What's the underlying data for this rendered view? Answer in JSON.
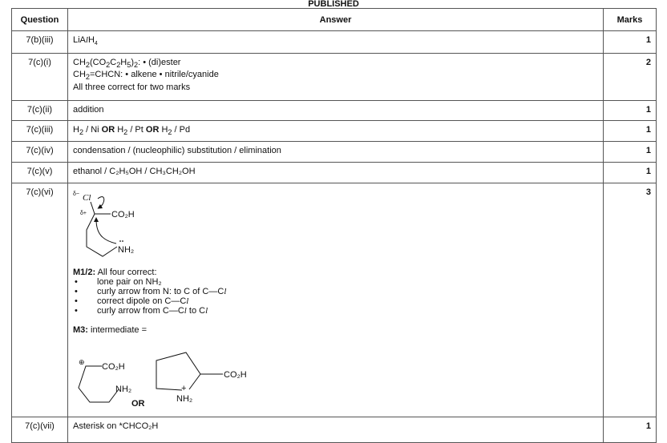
{
  "header_note": "PUBLISHED",
  "columns": {
    "question": "Question",
    "answer": "Answer",
    "marks": "Marks"
  },
  "rows": [
    {
      "q": "7(b)(iii)",
      "marks": "1"
    },
    {
      "q": "7(c)(i)",
      "marks": "2",
      "line3": "All three correct for two marks"
    },
    {
      "q": "7(c)(ii)",
      "answer": "addition",
      "marks": "1"
    },
    {
      "q": "7(c)(iii)",
      "marks": "1"
    },
    {
      "q": "7(c)(iv)",
      "answer": "condensation / (nucleophilic) substitution / elimination",
      "marks": "1"
    },
    {
      "q": "7(c)(v)",
      "answer": "ethanol / C₂H₅OH / CH₃CH₂OH",
      "marks": "1"
    },
    {
      "q": "7(c)(vi)",
      "marks": "3",
      "m12": "M1/2:",
      "m12_text": " All four correct:",
      "b1": "lone pair on NH₂",
      "m3": "M3:",
      "m3_text": " intermediate =",
      "or": "OR"
    },
    {
      "q": "7(c)(vii)",
      "answer": "Asterisk on *CHCO₂H",
      "marks": "1"
    }
  ],
  "structures": {
    "cl": "Cl",
    "dminus": "δ−",
    "dplus": "δ+",
    "co2h": "CO₂H",
    "nh2": "NH₂",
    "plus_circle": "⊕",
    "plus": "+"
  }
}
